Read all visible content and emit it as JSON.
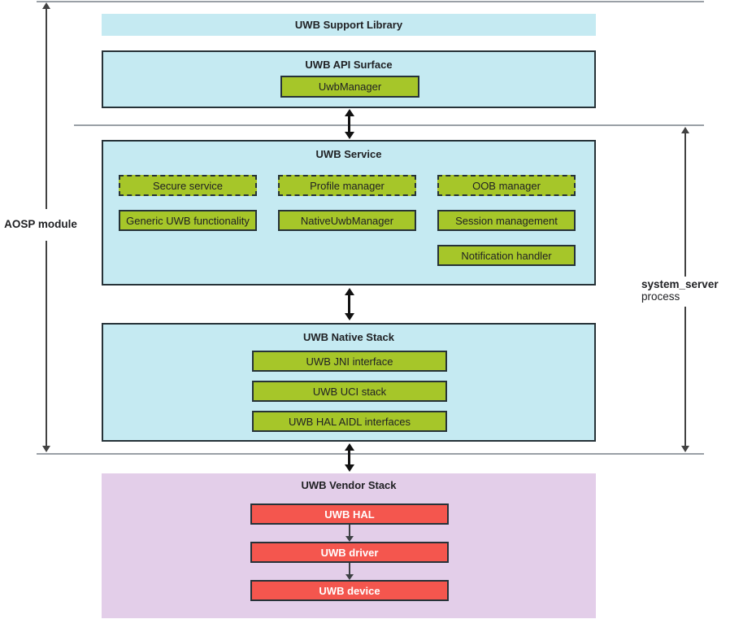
{
  "colors": {
    "cyan": "#C5EAF2",
    "green": "#A6C629",
    "pink": "#E3CEE9",
    "red": "#F4564E",
    "border": "#263238",
    "line-gray": "#9AA0A6",
    "arrow-gray": "#424242",
    "arrow-black": "#111111",
    "text": "#202124"
  },
  "side_labels": {
    "left": "AOSP module",
    "right_line1": "system_server",
    "right_line2": "process"
  },
  "support_library": {
    "title": "UWB Support Library"
  },
  "api_surface": {
    "title": "UWB API Surface",
    "manager": "UwbManager"
  },
  "service": {
    "title": "UWB Service",
    "dashed": [
      "Secure service",
      "Profile manager",
      "OOB manager"
    ],
    "solid": [
      "Generic UWB functionality",
      "NativeUwbManager",
      "Session management",
      "Notification handler"
    ]
  },
  "native_stack": {
    "title": "UWB Native Stack",
    "layers": [
      "UWB JNI interface",
      "UWB UCI stack",
      "UWB HAL AIDL interfaces"
    ]
  },
  "vendor_stack": {
    "title": "UWB Vendor Stack",
    "layers": [
      "UWB HAL",
      "UWB driver",
      "UWB device"
    ]
  }
}
